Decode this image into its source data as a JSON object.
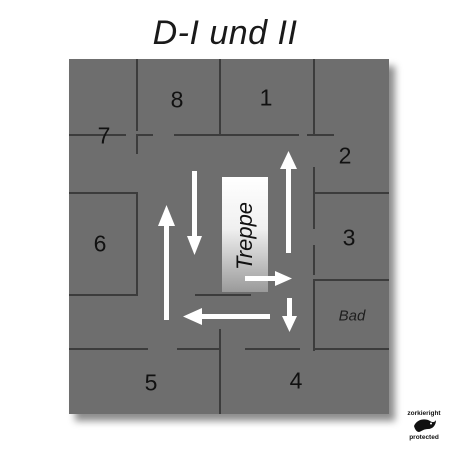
{
  "title": "D-I und II",
  "rooms": {
    "r1": "1",
    "r2": "2",
    "r3": "3",
    "r4": "4",
    "r5": "5",
    "r6": "6",
    "r7": "7",
    "r8": "8",
    "bad": "Bad"
  },
  "stair_label": "Treppe",
  "copyright": {
    "line1": "zorkieright",
    "line2": "protected"
  },
  "colors": {
    "floor": "#6e6e6e",
    "walls": "#3c3c3c",
    "arrows": "#ffffff"
  }
}
